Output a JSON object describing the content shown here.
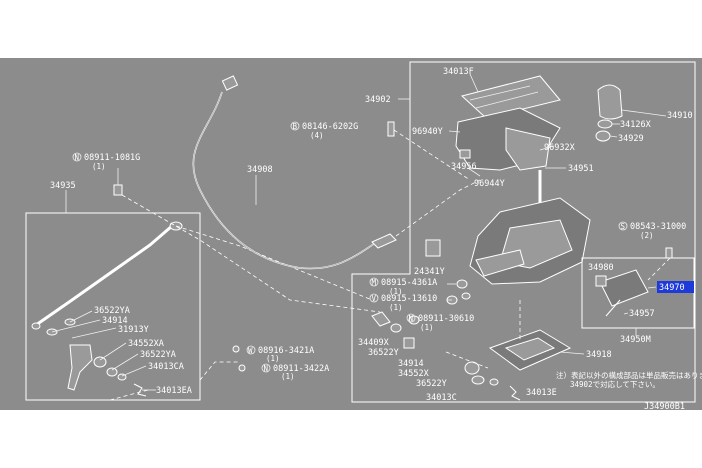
{
  "diagram": {
    "background": "#8c8c8c",
    "line_color": "#ffffff",
    "highlight_color": "#1e3ad8",
    "diagram_id": "J34900B1",
    "highlighted_part": "34970",
    "note": [
      "注）表記以外の構成部品は単品販売はありません。",
      "34902で対応して下さい。"
    ],
    "parts": {
      "p34013F": "34013F",
      "p34902": "34902",
      "p34910": "34910",
      "p34126X": "34126X",
      "p34929": "34929",
      "p96940Y": "96940Y",
      "p96932X": "96932X",
      "p34956": "34956",
      "p34951": "34951",
      "p96944Y": "96944Y",
      "p08146": "08146-6202G",
      "p08146q": "(4)",
      "p08911a": "08911-1081G",
      "p08911aq": "(1)",
      "p34908": "34908",
      "p34935": "34935",
      "p24341Y": "24341Y",
      "p08543": "08543-31000",
      "p08543q": "(2)",
      "p34980": "34980",
      "p34970": "34970",
      "p34957": "34957",
      "p34950M": "34950M",
      "p08915a": "08915-4361A",
      "p08915aq": "(1)",
      "p08915b": "08915-13610",
      "p08915bq": "(1)",
      "p08911b": "08911-30610",
      "p08911bq": "(1)",
      "p36522YA": "36522YA",
      "p34914a": "34914",
      "p31913Y": "31913Y",
      "p34552XA": "34552XA",
      "p36522YA2": "36522YA",
      "p34013CA": "34013CA",
      "p34013EA": "34013EA",
      "p08916": "08916-3421A",
      "p08916q": "(1)",
      "p08911c": "08911-3422A",
      "p08911cq": "(1)",
      "p34409X": "34409X",
      "p36522Y": "36522Y",
      "p34914b": "34914",
      "p34552X": "34552X",
      "p36522Y2": "36522Y",
      "p34918": "34918",
      "p34013C": "34013C",
      "p34013E": "34013E"
    }
  }
}
